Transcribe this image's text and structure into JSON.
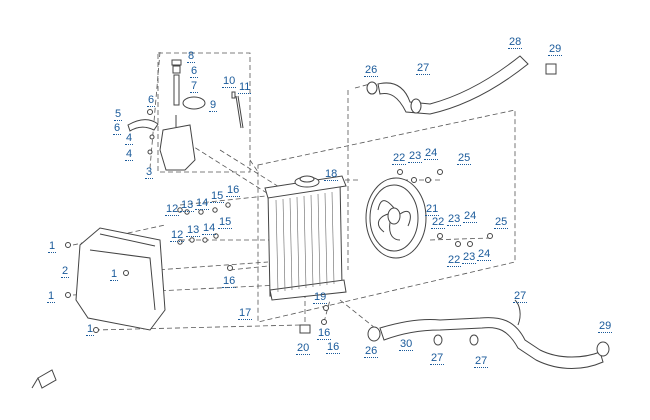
{
  "diagram": {
    "colors": {
      "line": "#444444",
      "dash": "#555555",
      "callout": "#1a5a9a",
      "part_fill": "#ffffff",
      "shade": "#d8d8d8"
    },
    "callouts": [
      {
        "id": "c-8",
        "label": "8"
      },
      {
        "id": "c-6a",
        "label": "6"
      },
      {
        "id": "c-7",
        "label": "7"
      },
      {
        "id": "c-9",
        "label": "9"
      },
      {
        "id": "c-10",
        "label": "10"
      },
      {
        "id": "c-11",
        "label": "11"
      },
      {
        "id": "c-6b",
        "label": "6"
      },
      {
        "id": "c-5",
        "label": "5"
      },
      {
        "id": "c-6c",
        "label": "6"
      },
      {
        "id": "c-4a",
        "label": "4"
      },
      {
        "id": "c-4b",
        "label": "4"
      },
      {
        "id": "c-3",
        "label": "3"
      },
      {
        "id": "c-26a",
        "label": "26"
      },
      {
        "id": "c-27a",
        "label": "27"
      },
      {
        "id": "c-28",
        "label": "28"
      },
      {
        "id": "c-29a",
        "label": "29"
      },
      {
        "id": "c-18",
        "label": "18"
      },
      {
        "id": "c-22a",
        "label": "22"
      },
      {
        "id": "c-23a",
        "label": "23"
      },
      {
        "id": "c-24a",
        "label": "24"
      },
      {
        "id": "c-25a",
        "label": "25"
      },
      {
        "id": "c-16a",
        "label": "16"
      },
      {
        "id": "c-15a",
        "label": "15"
      },
      {
        "id": "c-14a",
        "label": "14"
      },
      {
        "id": "c-13a",
        "label": "13"
      },
      {
        "id": "c-12a",
        "label": "12"
      },
      {
        "id": "c-21",
        "label": "21"
      },
      {
        "id": "c-22b",
        "label": "22"
      },
      {
        "id": "c-23b",
        "label": "23"
      },
      {
        "id": "c-24b",
        "label": "24"
      },
      {
        "id": "c-25b",
        "label": "25"
      },
      {
        "id": "c-15b",
        "label": "15"
      },
      {
        "id": "c-14b",
        "label": "14"
      },
      {
        "id": "c-13b",
        "label": "13"
      },
      {
        "id": "c-12b",
        "label": "12"
      },
      {
        "id": "c-22c",
        "label": "22"
      },
      {
        "id": "c-23c",
        "label": "23"
      },
      {
        "id": "c-24c",
        "label": "24"
      },
      {
        "id": "c-1a",
        "label": "1"
      },
      {
        "id": "c-2",
        "label": "2"
      },
      {
        "id": "c-1b",
        "label": "1"
      },
      {
        "id": "c-16b",
        "label": "16"
      },
      {
        "id": "c-1c",
        "label": "1"
      },
      {
        "id": "c-19",
        "label": "19"
      },
      {
        "id": "c-17",
        "label": "17"
      },
      {
        "id": "c-27b",
        "label": "27"
      },
      {
        "id": "c-29b",
        "label": "29"
      },
      {
        "id": "c-1d",
        "label": "1"
      },
      {
        "id": "c-16c",
        "label": "16"
      },
      {
        "id": "c-20",
        "label": "20"
      },
      {
        "id": "c-16d",
        "label": "16"
      },
      {
        "id": "c-26b",
        "label": "26"
      },
      {
        "id": "c-30",
        "label": "30"
      },
      {
        "id": "c-27c",
        "label": "27"
      },
      {
        "id": "c-27d",
        "label": "27"
      }
    ],
    "icons": [
      "front-direction-icon"
    ]
  }
}
